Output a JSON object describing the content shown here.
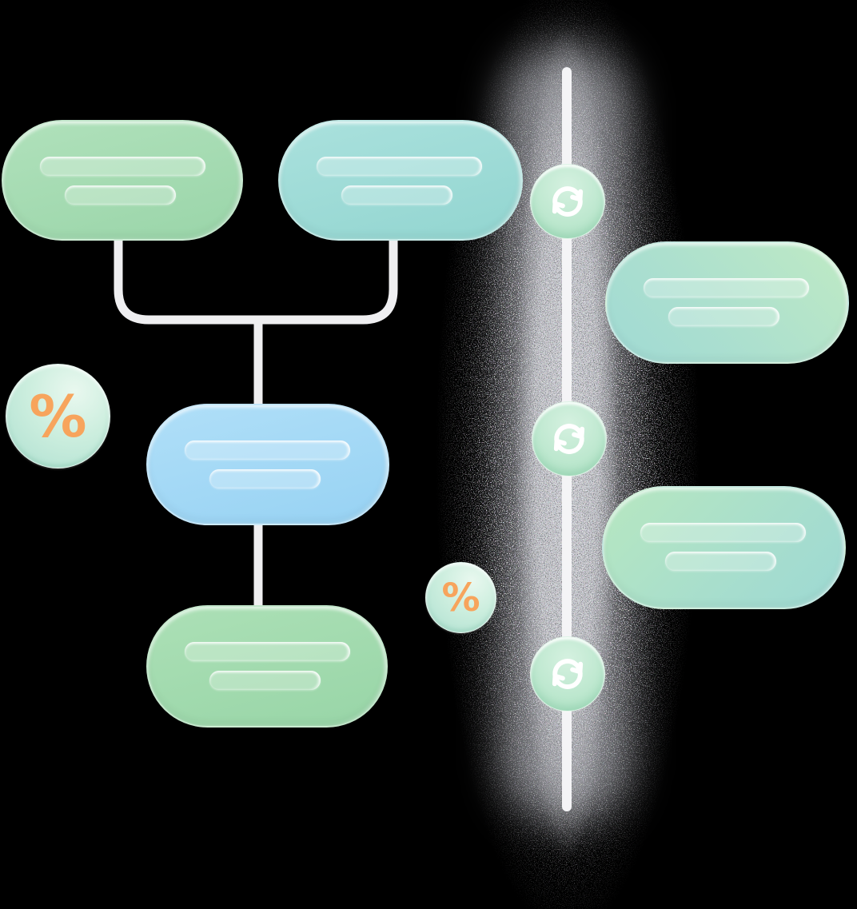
{
  "illustration": {
    "type": "decorative-flowchart-and-timeline",
    "background_color": "#000000",
    "colors": {
      "green_pill": "#a6dcb2",
      "teal_pill": "#9edcd7",
      "blue_pill": "#a4d9f6",
      "gradient_pill_light": "#bfeac4",
      "gradient_pill_teal": "#9dd9d3",
      "mint_badge": "#bfe9d2",
      "percent_orange": "#f7a45c",
      "connector_line": "#efeff1",
      "timeline_line": "#f4f4f6",
      "skeleton_bar": "rgba(255,255,255,0.25)"
    },
    "flowchart": {
      "nodes": [
        {
          "id": "top-left",
          "color_name": "green",
          "skeleton_lines": 2
        },
        {
          "id": "top-mid",
          "color_name": "teal",
          "skeleton_lines": 2
        },
        {
          "id": "center",
          "color_name": "blue",
          "skeleton_lines": 2
        },
        {
          "id": "bottom",
          "color_name": "green",
          "skeleton_lines": 2
        }
      ],
      "connections": [
        "top-left -> center",
        "top-mid -> center",
        "center -> bottom"
      ]
    },
    "timeline": {
      "orientation": "vertical",
      "badges": [
        {
          "icon": "sync-icon"
        },
        {
          "icon": "sync-icon"
        },
        {
          "icon": "sync-icon"
        }
      ],
      "cards": [
        {
          "id": "right-1",
          "color_name": "green-teal-gradient",
          "skeleton_lines": 2
        },
        {
          "id": "right-2",
          "color_name": "green-teal-gradient",
          "skeleton_lines": 2
        }
      ]
    },
    "percent_badges": [
      {
        "symbol": "%",
        "style": "large"
      },
      {
        "symbol": "%",
        "style": "small"
      }
    ]
  }
}
